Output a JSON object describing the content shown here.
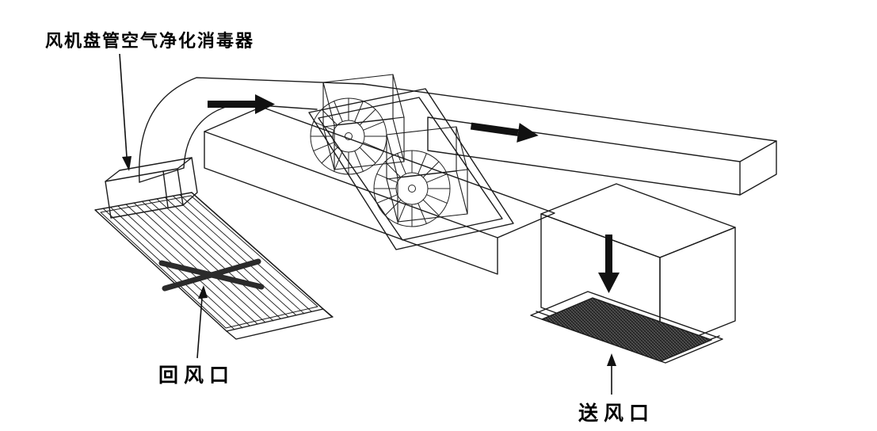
{
  "labels": {
    "device": "风机盘管空气净化消毒器",
    "return_air_outlet": "回风口",
    "supply_air_outlet": "送风口"
  },
  "flow_arrows": {
    "elbow_duct": "right",
    "main_duct": "right",
    "supply_box": "down"
  },
  "colors": {
    "background": "#ffffff",
    "line": "#1c1c1c",
    "arrow_fill": "#111111",
    "grille_mesh_dark": "#4a4a4a",
    "label_text": "#000000"
  }
}
